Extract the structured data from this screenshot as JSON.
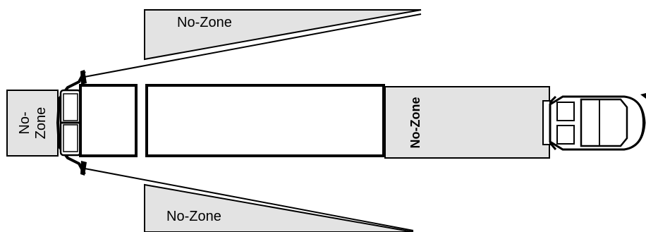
{
  "colors": {
    "zone_fill": "#e3e3e3",
    "outline": "#000000",
    "background": "#ffffff"
  },
  "labels": {
    "top_zone": "No-Zone",
    "bottom_zone": "No-Zone",
    "front_zone_line1": "No-",
    "front_zone_line2": "Zone",
    "rear_zone": "No-Zone"
  }
}
